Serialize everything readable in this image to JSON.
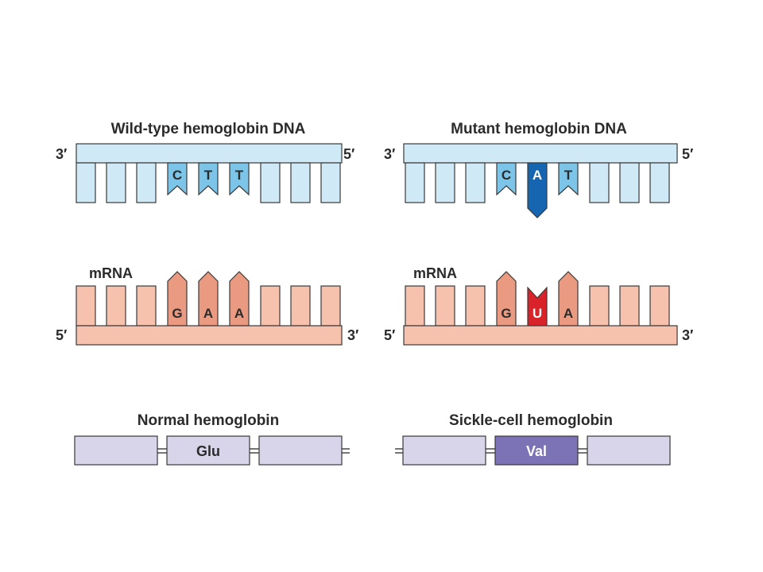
{
  "colors": {
    "dna_fill": "#cfe9f6",
    "dna_base": "#7cc5e8",
    "dna_mutant": "#1565b0",
    "rna_fill": "#f6c1ad",
    "rna_base": "#ea9a80",
    "rna_mutant": "#d8232a",
    "protein_fill": "#d8d4e9",
    "protein_mutant": "#7c72b6",
    "stroke": "#3a3a3a"
  },
  "panels": {
    "left": {
      "dna_title": "Wild-type hemoglobin DNA",
      "dna_left_end": "3′",
      "dna_right_end": "5′",
      "dna_bases": [
        "C",
        "T",
        "T"
      ],
      "mrna_label": "mRNA",
      "mrna_left_end": "5′",
      "mrna_right_end": "3′",
      "mrna_bases": [
        "G",
        "A",
        "A"
      ],
      "protein_title": "Normal hemoglobin",
      "amino_acid": "Glu"
    },
    "right": {
      "dna_title": "Mutant hemoglobin DNA",
      "dna_left_end": "3′",
      "dna_right_end": "5′",
      "dna_bases": [
        "C",
        "A",
        "T"
      ],
      "mrna_label": "mRNA",
      "mrna_left_end": "5′",
      "mrna_right_end": "3′",
      "mrna_bases": [
        "G",
        "U",
        "A"
      ],
      "protein_title": "Sickle-cell hemoglobin",
      "amino_acid": "Val"
    }
  }
}
